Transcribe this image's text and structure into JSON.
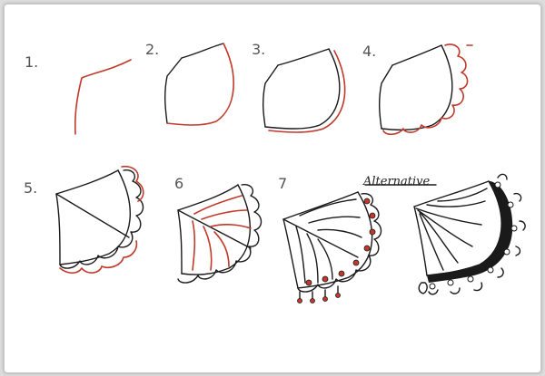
{
  "steps": [
    {
      "label": "1."
    },
    {
      "label": "2."
    },
    {
      "label": "3."
    },
    {
      "label": "4."
    },
    {
      "label": "5."
    },
    {
      "label": "6"
    },
    {
      "label": "7"
    },
    {
      "label": "Alternative"
    }
  ],
  "colors": {
    "ink": "#1a1a1a",
    "accent": "#c0392b",
    "paper": "#ffffff",
    "border": "#dcdcdc"
  }
}
